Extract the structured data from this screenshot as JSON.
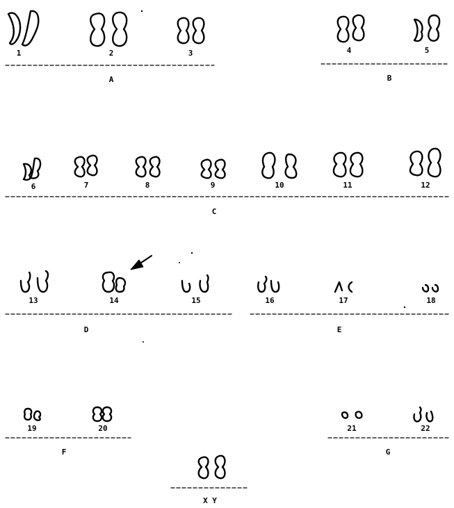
{
  "groups": [
    {
      "label": "A",
      "pairs": [
        "1",
        "2",
        "3"
      ]
    },
    {
      "label": "B",
      "pairs": [
        "4",
        "5"
      ]
    },
    {
      "label": "C",
      "pairs": [
        "6",
        "7",
        "8",
        "9",
        "10",
        "11",
        "12"
      ]
    },
    {
      "label": "D",
      "pairs": [
        "13",
        "14",
        "15"
      ]
    },
    {
      "label": "E",
      "pairs": [
        "16",
        "17",
        "18"
      ]
    },
    {
      "label": "F",
      "pairs": [
        "19",
        "20"
      ]
    },
    {
      "label": "G",
      "pairs": [
        "21",
        "22"
      ]
    },
    {
      "label": "X Y",
      "pairs": []
    }
  ],
  "annotation": {
    "arrow_target": "14",
    "color": "#000000"
  },
  "colors": {
    "ink": "#000000",
    "background": "#ffffff"
  }
}
